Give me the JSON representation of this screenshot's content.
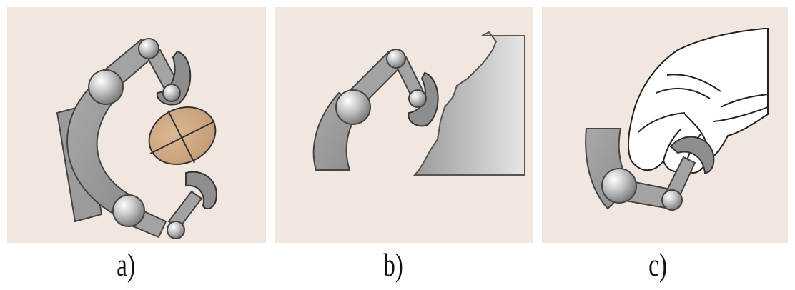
{
  "figure": {
    "panels": [
      {
        "id": "a",
        "label": "a)"
      },
      {
        "id": "b",
        "label": "b)"
      },
      {
        "id": "c",
        "label": "c)"
      }
    ]
  }
}
